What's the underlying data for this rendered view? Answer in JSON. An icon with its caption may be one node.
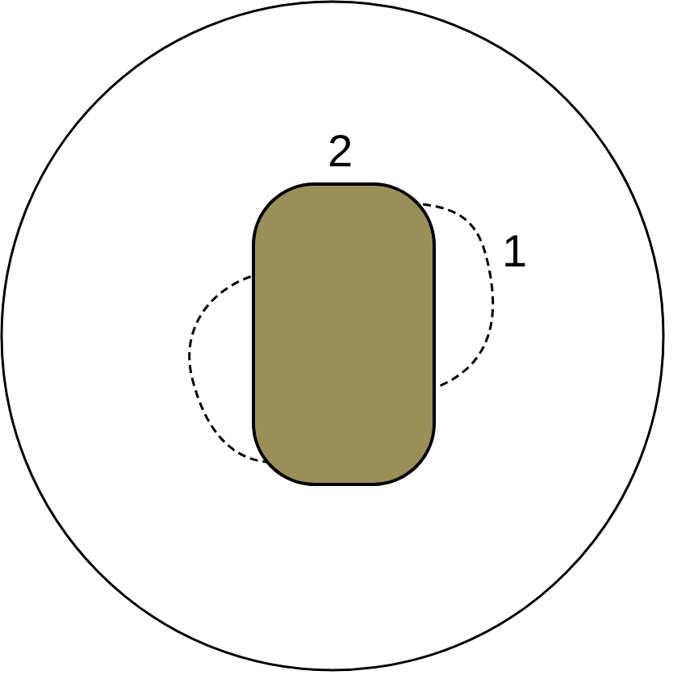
{
  "diagram": {
    "nodes": [
      {
        "text": [],
        "shape": "circle"
      },
      {
        "text": [
          "1"
        ],
        "in": 0
      },
      {
        "text": [
          "2"
        ],
        "in": 0
      }
    ]
  }
}
